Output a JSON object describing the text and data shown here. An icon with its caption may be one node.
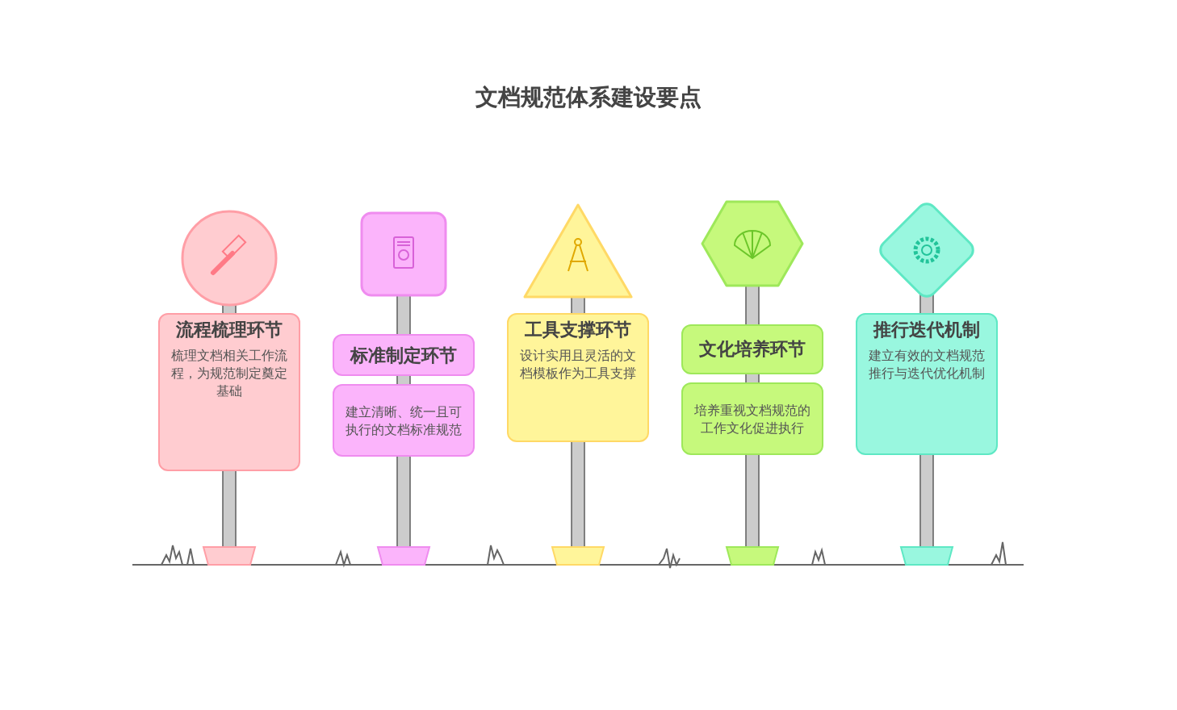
{
  "diagram": {
    "title": "文档规范体系建设要点",
    "nodes": [
      {
        "text": [
          "流程梳理环节",
          "梳理文档相关工作流程，为规范制定奠定基础"
        ]
      },
      {
        "text": [
          "标准制定环节"
        ]
      },
      {
        "text": [
          "建立清晰、统一且可执行的文档标准规范"
        ]
      },
      {
        "text": [
          "工具支撑环节",
          "设计实用且灵活的文档模板作为工具支撑"
        ]
      },
      {
        "text": [
          "文化培养环节"
        ]
      },
      {
        "text": [
          "培养重视文档规范的工作文化促进执行"
        ]
      },
      {
        "text": [
          "推行迭代机制",
          "建立有效的文档规范推行与迭代优化机制"
        ]
      }
    ]
  }
}
